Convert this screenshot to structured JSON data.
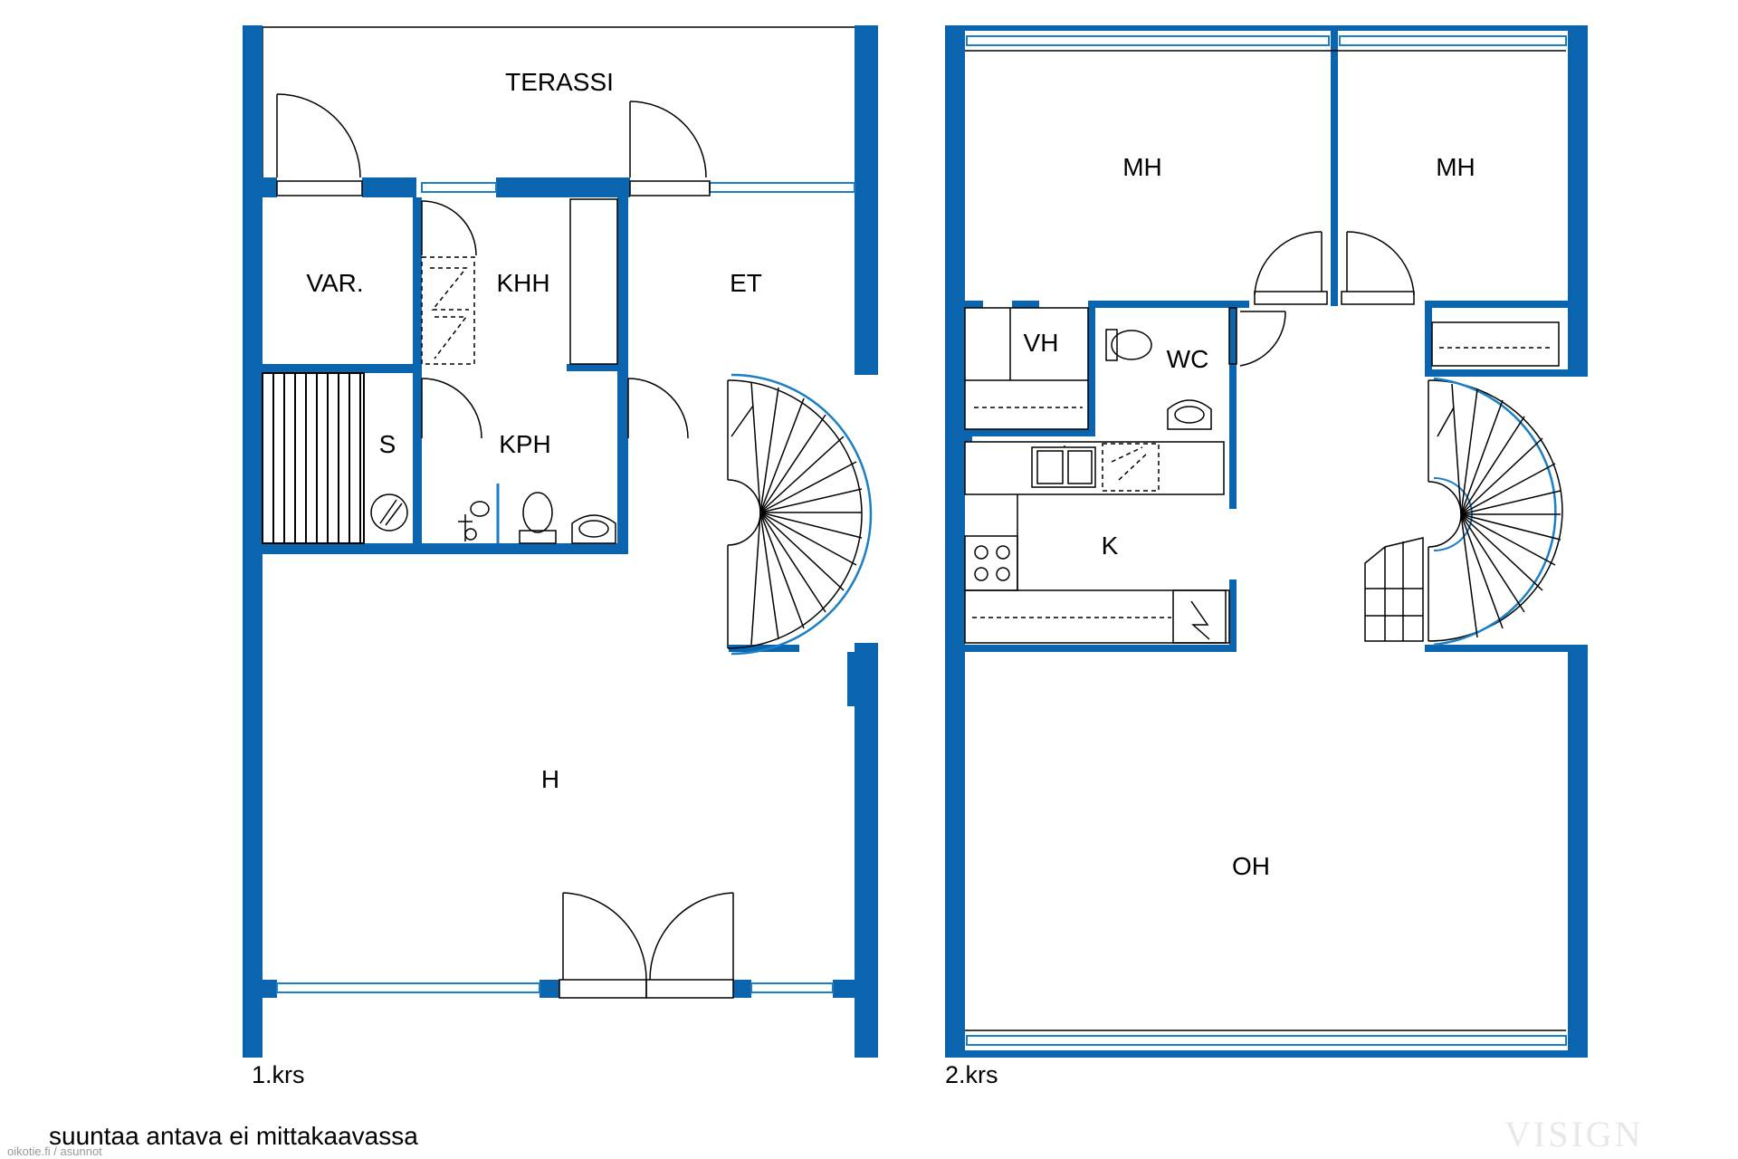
{
  "colors": {
    "wall": "#0a64ae",
    "line": "#000000",
    "window": "#1a7fc4"
  },
  "floors": [
    {
      "name": "1.krs",
      "rooms": [
        "TERASSI",
        "VAR.",
        "KHH",
        "ET",
        "S",
        "KPH",
        "H"
      ]
    },
    {
      "name": "2.krs",
      "rooms": [
        "MH",
        "MH",
        "VH",
        "WC",
        "K",
        "OH"
      ]
    }
  ],
  "note": "suuntaa antava ei mittakaavassa",
  "source_watermark": "oikotie.fi / asunnot",
  "brand_watermark": "VISIGN"
}
